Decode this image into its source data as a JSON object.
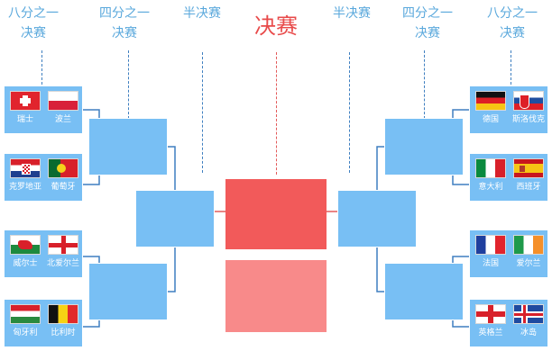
{
  "headers": {
    "r16_left": [
      "八分之一",
      "决赛"
    ],
    "qf_left": [
      "四分之一",
      "决赛"
    ],
    "sf_left": "半决赛",
    "final": "决赛",
    "sf_right": "半决赛",
    "qf_right": [
      "四分之一",
      "决赛"
    ],
    "r16_right": [
      "八分之一",
      "决赛"
    ]
  },
  "teams": {
    "switzerland": "瑞士",
    "poland": "波兰",
    "croatia": "克罗地亚",
    "portugal": "葡萄牙",
    "wales": "威尔士",
    "northern_ireland": "北爱尔兰",
    "hungary": "匈牙利",
    "belgium": "比利时",
    "germany": "德国",
    "slovakia": "斯洛伐克",
    "italy": "意大利",
    "spain": "西班牙",
    "france": "法国",
    "ireland": "爱尔兰",
    "england": "英格兰",
    "iceland": "冰岛"
  },
  "colors": {
    "bracket_box": "#78bff4",
    "connector": "#3f7fc0",
    "header_text": "#5aa8dc",
    "final_text": "#e84a4a",
    "final_box": "#f25a5a",
    "third_box": "#f88a8a"
  }
}
